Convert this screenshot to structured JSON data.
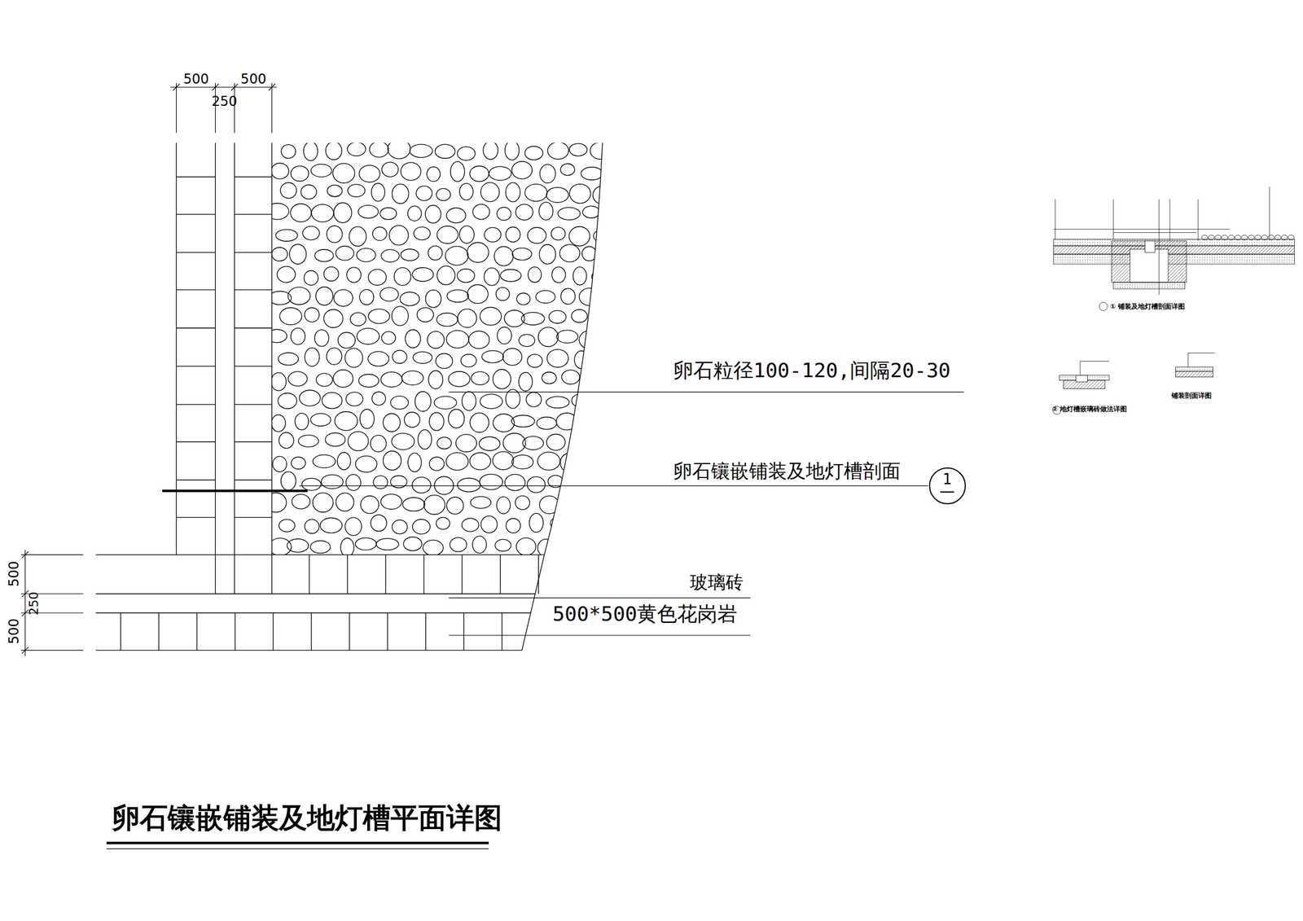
{
  "diagram": {
    "title": "卵石镶嵌铺装及地灯槽平面详图",
    "nodes": [
      {
        "text": [
          "1"
        ]
      }
    ],
    "labels": [
      "500",
      "500",
      "250",
      "卵石粒径100-120,间隔20-30",
      "卵石镶嵌铺装及地灯槽剖面",
      "玻璃砖",
      "500*500黄色花岗岩",
      "500",
      "250",
      "500",
      "① 铺装及地灯槽剖面详图",
      "② 地灯槽嵌璃砖做法详图",
      "铺装剖面详图"
    ]
  }
}
